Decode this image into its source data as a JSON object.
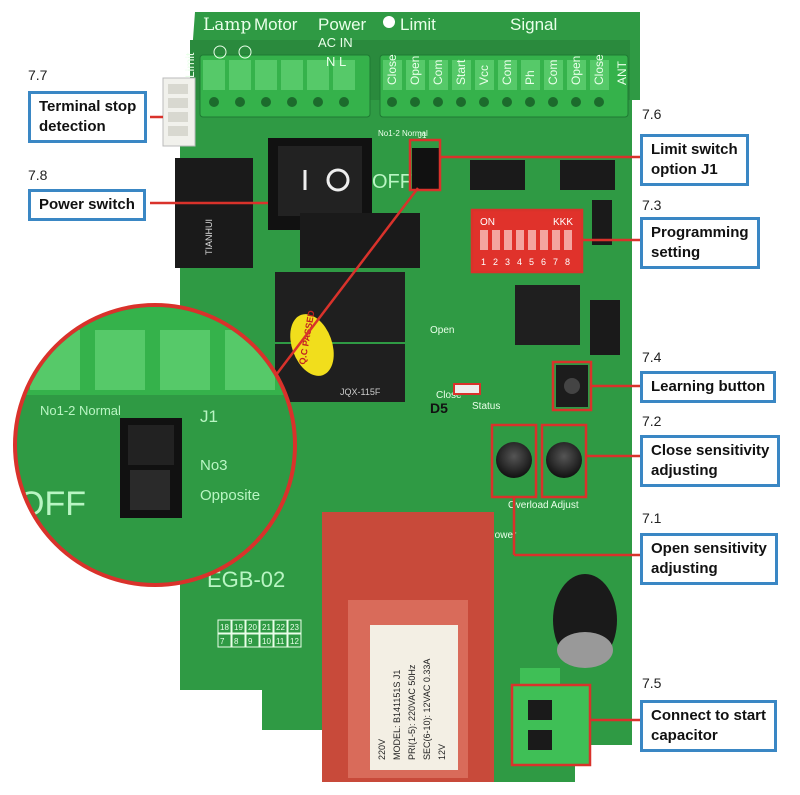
{
  "board": {
    "header_lamp": "Lamp",
    "header_motor": "Motor",
    "header_power": "Power",
    "header_acin": "AC IN",
    "header_nl": "N L",
    "header_limit": "Limit",
    "header_signal": "Signal",
    "terminal_labels": [
      "Close",
      "Open",
      "Com",
      "Start",
      "Vcc",
      "Com",
      "Ph",
      "Com",
      "Open",
      "Close",
      "ANT"
    ],
    "limit_side": "Limit",
    "jumper_normal": "No1-2 Normal",
    "jumper_no3": "No3",
    "jumper_opposite": "Opposite",
    "j1": "J1",
    "off": "OFF",
    "model": "EGB-02",
    "dip_on": "ON",
    "dip_kkk": "KKK",
    "dip_numbers": [
      "1",
      "2",
      "3",
      "4",
      "5",
      "6",
      "7",
      "8"
    ],
    "overload": "Overload Adjust",
    "status": "Status",
    "close_led": "Close",
    "open_led": "Open",
    "power_led": "Power",
    "qc": "Q.C PASSED",
    "grid_numbers": [
      "18",
      "19",
      "20",
      "21",
      "22",
      "23",
      "7",
      "8",
      "9",
      "10",
      "11",
      "12"
    ],
    "transformer_lines": [
      "220V",
      "MODEL: B141151S J1",
      "PRI(1-5): 220VAC 50Hz",
      "SEC(6-10): 12VAC 0.33A",
      "12V"
    ],
    "relay_brand": "JQX-115F",
    "relay_tianhui": "TIANHUI"
  },
  "d5_label": "D5",
  "callouts": [
    {
      "num": "7.7",
      "lines": [
        "Terminal stop",
        "detection"
      ]
    },
    {
      "num": "7.8",
      "lines": [
        "Power switch"
      ]
    },
    {
      "num": "7.6",
      "lines": [
        "Limit switch",
        "option J1"
      ]
    },
    {
      "num": "7.3",
      "lines": [
        "Programming",
        "setting"
      ]
    },
    {
      "num": "7.4",
      "lines": [
        "Learning button"
      ]
    },
    {
      "num": "7.2",
      "lines": [
        "Close sensitivity",
        "adjusting"
      ]
    },
    {
      "num": "7.1",
      "lines": [
        "Open sensitivity",
        "adjusting"
      ]
    },
    {
      "num": "7.5",
      "lines": [
        "Connect to start",
        "capacitor"
      ]
    }
  ],
  "colors": {
    "pcb": "#2f9a44",
    "terminal": "#35b24b",
    "highlight": "#d9322b",
    "callout_border": "#3a87c4",
    "transformer": "#c84a3a"
  }
}
